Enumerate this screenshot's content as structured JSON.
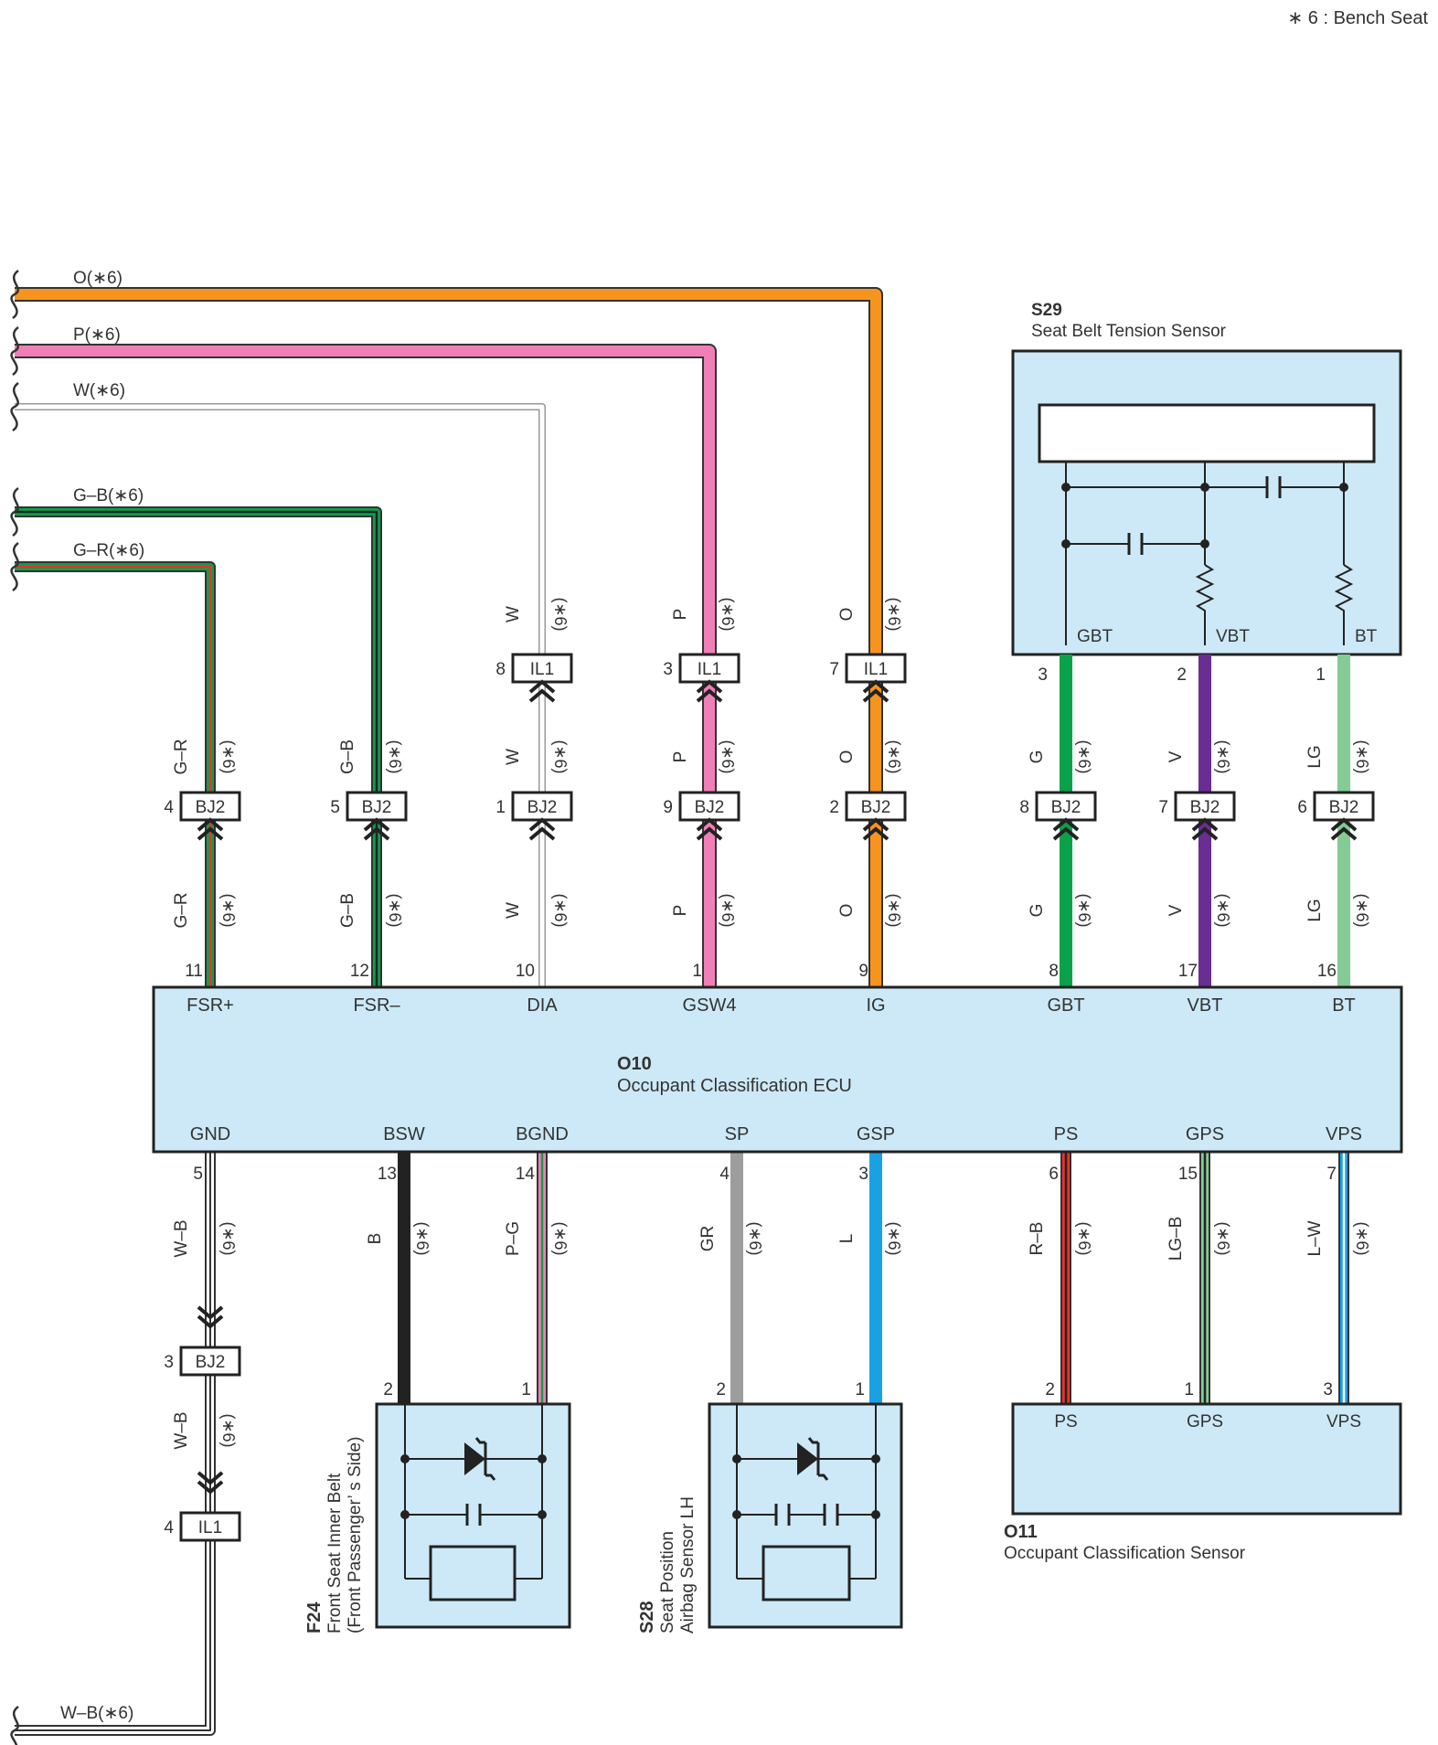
{
  "note": "∗ 6 : Bench Seat",
  "colors": {
    "O": "#f7941d",
    "P": "#f07fb7",
    "W": "#ffffff",
    "G": "#0aa14b",
    "R": "#e9322c",
    "B": "#222222",
    "V": "#6a2d91",
    "LG": "#85cb95",
    "GR": "#9d9d9d",
    "L": "#1ba1e2",
    "box_fill": "#cde9f7"
  },
  "components": {
    "s29": {
      "id": "S29",
      "name": "Seat Belt Tension Sensor",
      "pins": [
        "GBT",
        "VBT",
        "BT"
      ]
    },
    "o10": {
      "id": "O10",
      "name": "Occupant Classification ECU",
      "top_pins": [
        "FSR+",
        "FSR–",
        "DIA",
        "GSW4",
        "IG",
        "GBT",
        "VBT",
        "BT"
      ],
      "bottom_pins": [
        "GND",
        "BSW",
        "BGND",
        "SP",
        "GSP",
        "PS",
        "GPS",
        "VPS"
      ]
    },
    "o11": {
      "id": "O11",
      "name": "Occupant Classification Sensor",
      "pins": [
        "PS",
        "GPS",
        "VPS"
      ]
    },
    "f24": {
      "id": "F24",
      "name_line1": "Front Seat Inner Belt",
      "name_line2": "(Front Passenger’ s Side)"
    },
    "s28": {
      "id": "S28",
      "name_line1": "Seat Position",
      "name_line2": "Airbag Sensor LH"
    }
  },
  "left_wires": [
    {
      "label": "O(∗6)",
      "color": "O"
    },
    {
      "label": "P(∗6)",
      "color": "P"
    },
    {
      "label": "W(∗6)",
      "color": "W"
    },
    {
      "label": "G–B(∗6)",
      "color": "G-B"
    },
    {
      "label": "G–R(∗6)",
      "color": "G-R"
    }
  ],
  "bottom_left_wire": {
    "label": "W–B(∗6)"
  },
  "upper_wires": [
    {
      "color": "G-R",
      "code_top": "G–R",
      "code_bottom": "G–R",
      "bj2_pin": "4",
      "ecu_pin": "11"
    },
    {
      "color": "G-B",
      "code_top": "G–B",
      "code_bottom": "G–B",
      "bj2_pin": "5",
      "ecu_pin": "12"
    },
    {
      "color": "W",
      "code_il": "W",
      "il1_pin": "8",
      "code_top": "W",
      "code_bottom": "W",
      "bj2_pin": "1",
      "ecu_pin": "10"
    },
    {
      "color": "P",
      "code_il": "P",
      "il1_pin": "3",
      "code_top": "P",
      "code_bottom": "P",
      "bj2_pin": "9",
      "ecu_pin": "1"
    },
    {
      "color": "O",
      "code_il": "O",
      "il1_pin": "7",
      "code_top": "O",
      "code_bottom": "O",
      "bj2_pin": "2",
      "ecu_pin": "9"
    },
    {
      "color": "G",
      "s29_pin": "3",
      "code_top": "G",
      "code_bottom": "G",
      "bj2_pin": "8",
      "ecu_pin": "8"
    },
    {
      "color": "V",
      "s29_pin": "2",
      "code_top": "V",
      "code_bottom": "V",
      "bj2_pin": "7",
      "ecu_pin": "17"
    },
    {
      "color": "LG",
      "s29_pin": "1",
      "code_top": "LG",
      "code_bottom": "LG",
      "bj2_pin": "6",
      "ecu_pin": "16"
    }
  ],
  "lower_wires": [
    {
      "color": "W-B",
      "ecu_pin": "5",
      "code": "W–B",
      "code2": "W–B",
      "bj2_pin": "3",
      "il1_pin": "4"
    },
    {
      "color": "B",
      "ecu_pin": "13",
      "code": "B",
      "end_pin": "2"
    },
    {
      "color": "P-G",
      "ecu_pin": "14",
      "code": "P–G",
      "end_pin": "1"
    },
    {
      "color": "GR",
      "ecu_pin": "4",
      "code": "GR",
      "end_pin": "2"
    },
    {
      "color": "L",
      "ecu_pin": "3",
      "code": "L",
      "end_pin": "1"
    },
    {
      "color": "R-B",
      "ecu_pin": "6",
      "code": "R–B",
      "end_pin": "2"
    },
    {
      "color": "LG-B",
      "ecu_pin": "15",
      "code": "LG–B",
      "end_pin": "1"
    },
    {
      "color": "L-W",
      "ecu_pin": "7",
      "code": "L–W",
      "end_pin": "3"
    }
  ],
  "connectors": {
    "bj2": "BJ2",
    "il1": "IL1"
  },
  "option_tag": "(∗6)"
}
